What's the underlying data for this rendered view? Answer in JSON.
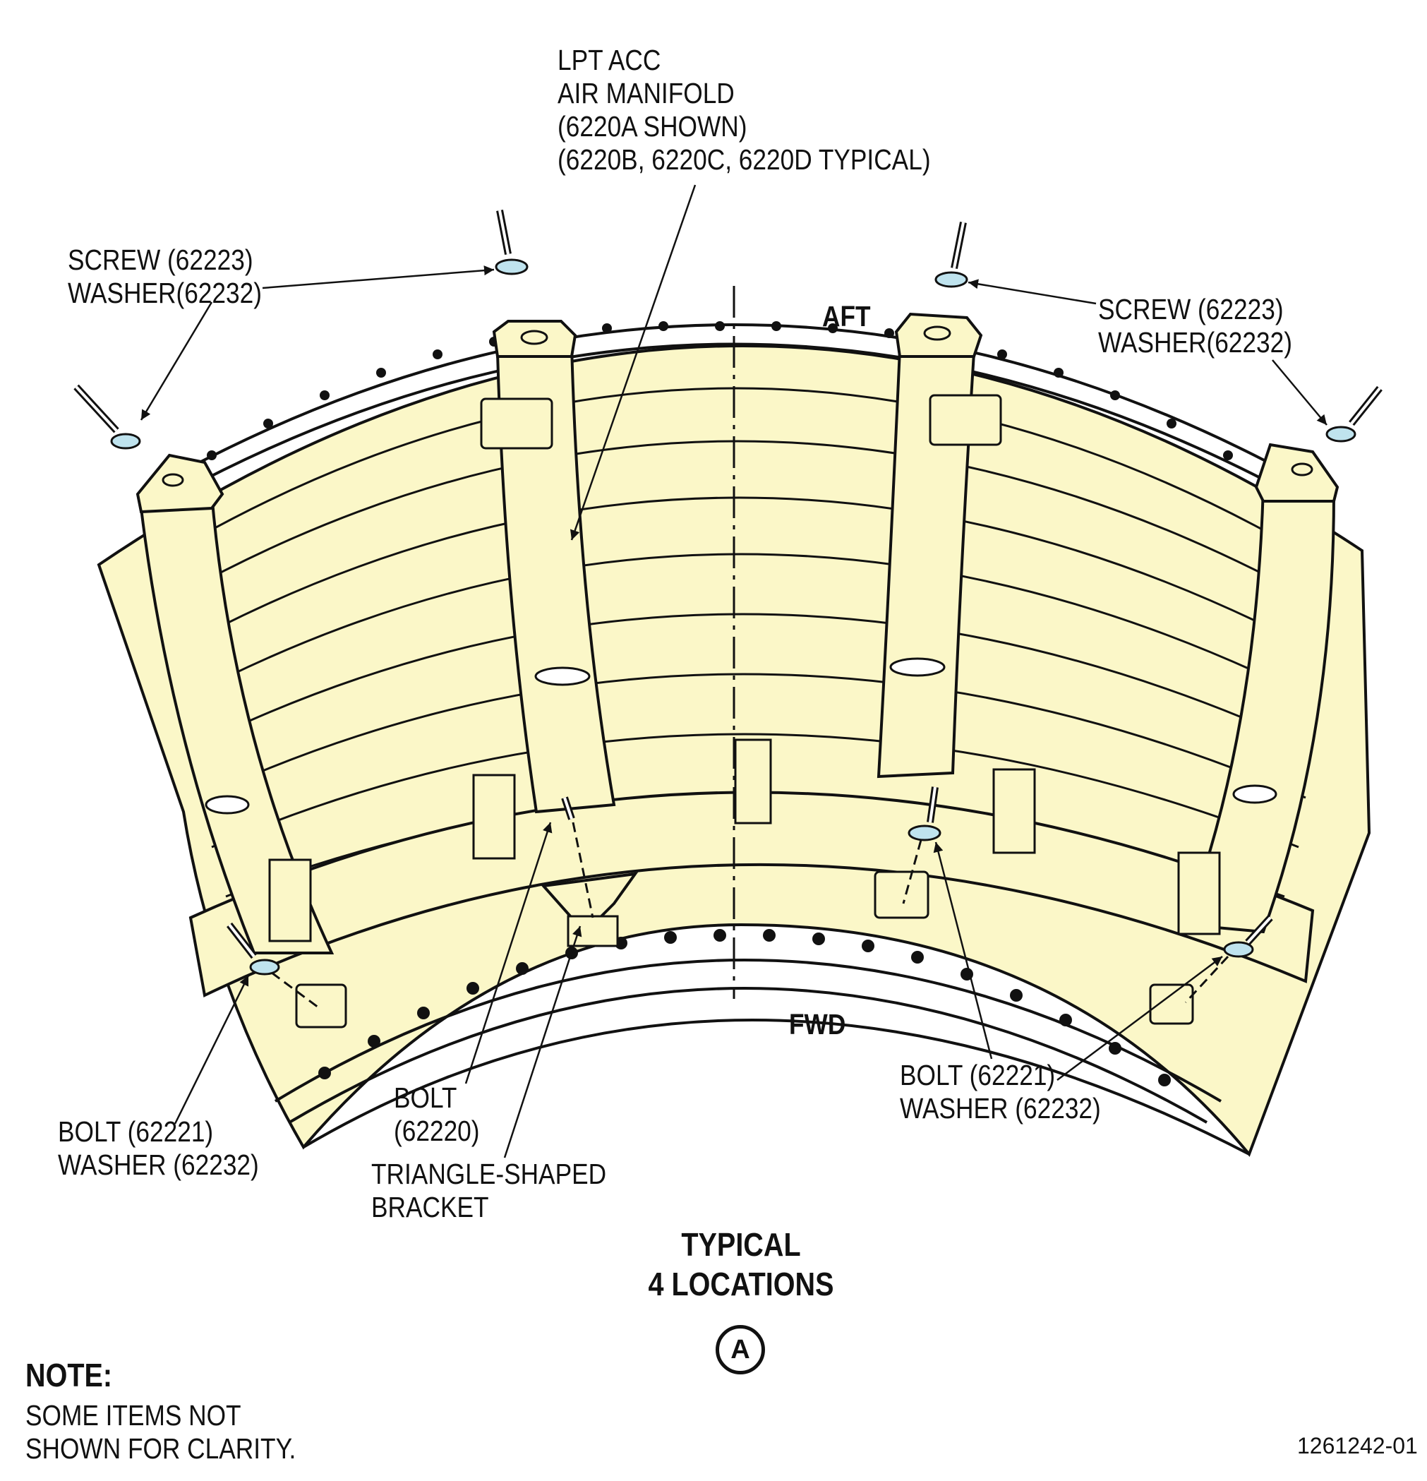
{
  "colors": {
    "fill": "#fbf7c8",
    "line": "#111111",
    "hardware": "#bfe3ee"
  },
  "labels": {
    "manifold": [
      "LPT ACC",
      "AIR MANIFOLD",
      "(6220A SHOWN)",
      "(6220B, 6220C, 6220D TYPICAL)"
    ],
    "screw_washer_left": [
      "SCREW (62223)",
      "WASHER(62232)"
    ],
    "screw_washer_right": [
      "SCREW (62223)",
      "WASHER(62232)"
    ],
    "bolt_washer_left": [
      "BOLT (62221)",
      "WASHER (62232)"
    ],
    "bolt_washer_right": [
      "BOLT (62221)",
      "WASHER (62232)"
    ],
    "bolt_center": [
      "BOLT",
      "(62220)"
    ],
    "bracket": [
      "TRIANGLE-SHAPED",
      "BRACKET"
    ],
    "aft": "AFT",
    "fwd": "FWD",
    "view_title": [
      "TYPICAL",
      "4 LOCATIONS"
    ],
    "view_letter": "A",
    "note_heading": "NOTE:",
    "note_text": [
      "SOME ITEMS NOT",
      "SHOWN FOR CLARITY."
    ],
    "figure_id": "1261242-01"
  }
}
